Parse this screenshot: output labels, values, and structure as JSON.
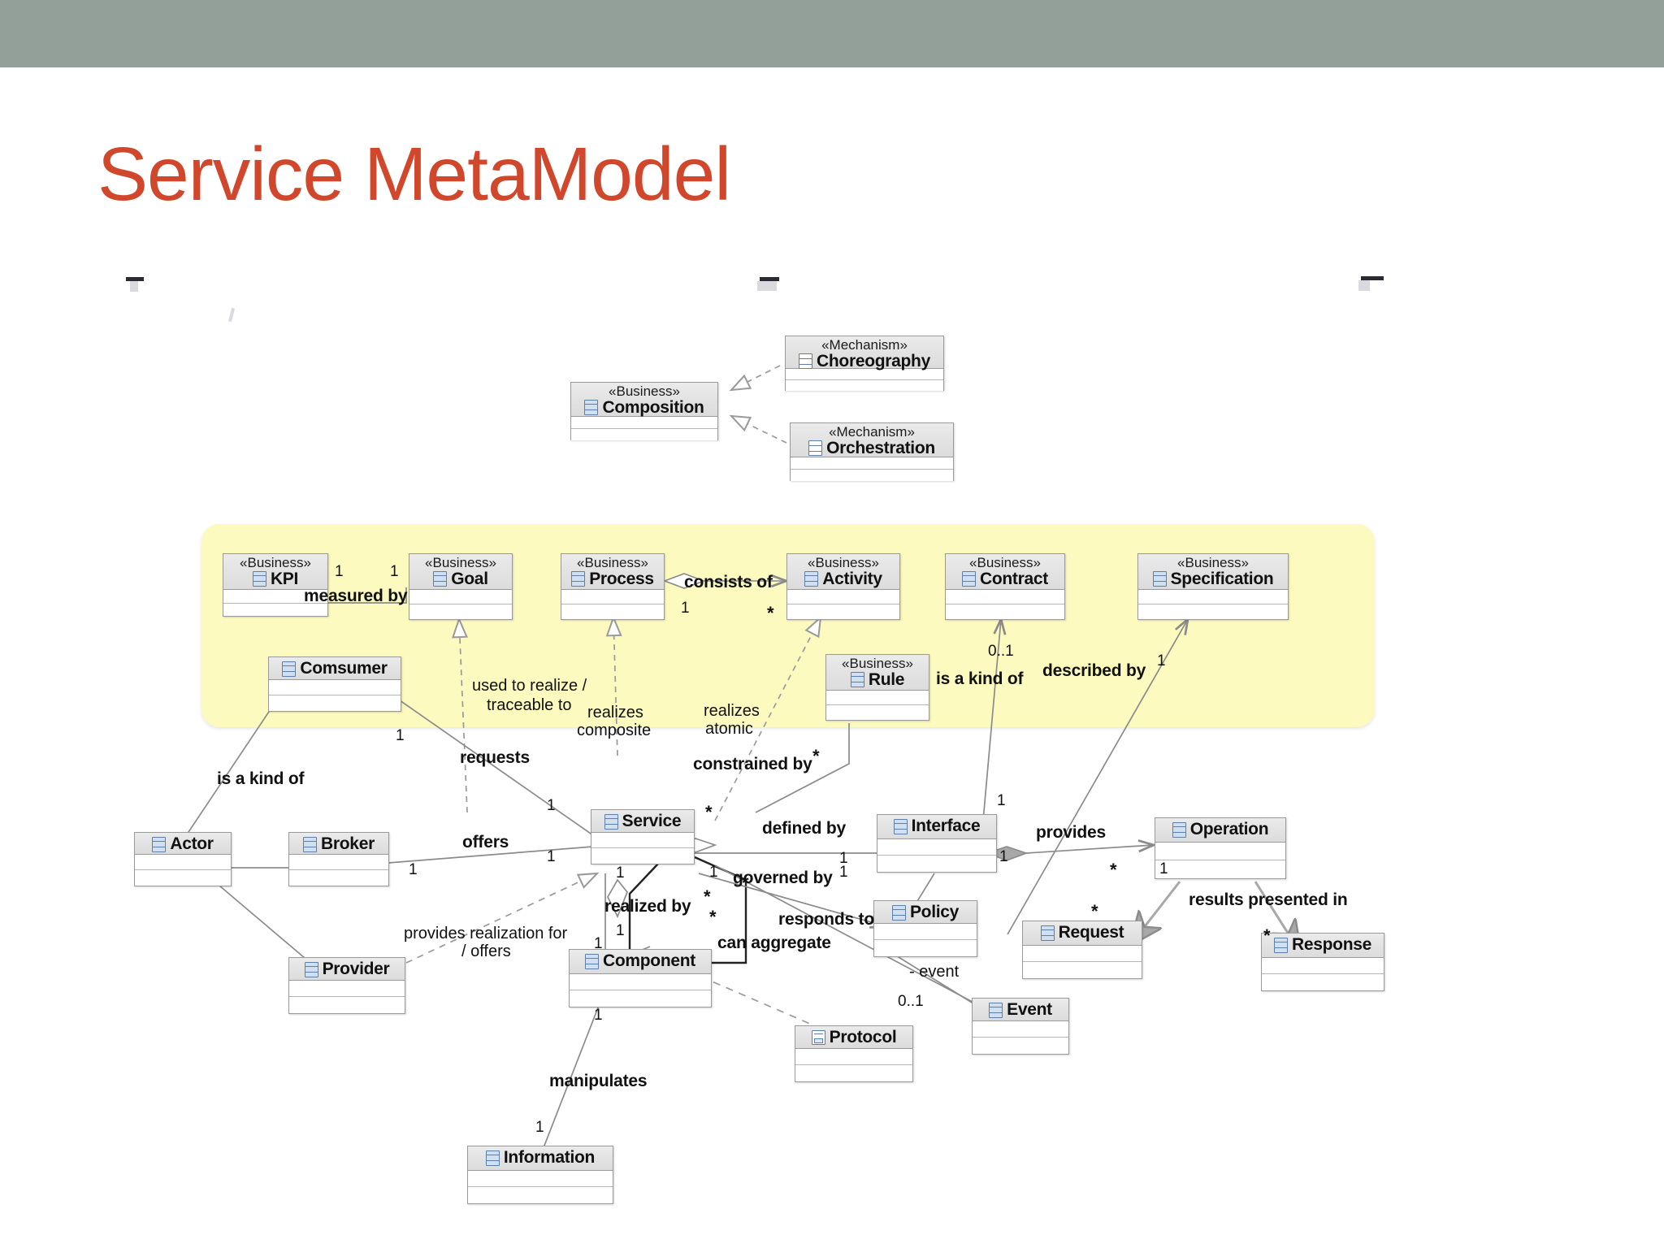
{
  "slide": {
    "title": "Service MetaModel",
    "title_color": "#d1472c",
    "top_band_color": "#93a09a",
    "highlight_band_color": "#fcfabf"
  },
  "diagram": {
    "kind": "uml-class-diagram",
    "classes": [
      {
        "id": "choreography",
        "stereotype": "«Mechanism»",
        "name": "Choreography",
        "icon": "mechanism-icon"
      },
      {
        "id": "composition",
        "stereotype": "«Business»",
        "name": "Composition",
        "icon": "class-icon"
      },
      {
        "id": "orchestration",
        "stereotype": "«Mechanism»",
        "name": "Orchestration",
        "icon": "mechanism-icon"
      },
      {
        "id": "kpi",
        "stereotype": "«Business»",
        "name": "KPI",
        "icon": "class-icon"
      },
      {
        "id": "goal",
        "stereotype": "«Business»",
        "name": "Goal",
        "icon": "class-icon"
      },
      {
        "id": "process",
        "stereotype": "«Business»",
        "name": "Process",
        "icon": "class-icon"
      },
      {
        "id": "activity",
        "stereotype": "«Business»",
        "name": "Activity",
        "icon": "class-icon"
      },
      {
        "id": "contract",
        "stereotype": "«Business»",
        "name": "Contract",
        "icon": "class-icon"
      },
      {
        "id": "specification",
        "stereotype": "«Business»",
        "name": "Specification",
        "icon": "class-icon"
      },
      {
        "id": "comsumer",
        "stereotype": "",
        "name": "Comsumer",
        "icon": "class-icon"
      },
      {
        "id": "rule",
        "stereotype": "«Business»",
        "name": "Rule",
        "icon": "class-icon"
      },
      {
        "id": "actor",
        "stereotype": "",
        "name": "Actor",
        "icon": "class-icon"
      },
      {
        "id": "broker",
        "stereotype": "",
        "name": "Broker",
        "icon": "class-icon"
      },
      {
        "id": "service",
        "stereotype": "",
        "name": "Service",
        "icon": "class-icon"
      },
      {
        "id": "interface",
        "stereotype": "",
        "name": "Interface",
        "icon": "class-icon"
      },
      {
        "id": "operation",
        "stereotype": "",
        "name": "Operation",
        "icon": "class-icon"
      },
      {
        "id": "policy",
        "stereotype": "",
        "name": "Policy",
        "icon": "class-icon"
      },
      {
        "id": "request",
        "stereotype": "",
        "name": "Request",
        "icon": "class-icon"
      },
      {
        "id": "response",
        "stereotype": "",
        "name": "Response",
        "icon": "class-icon"
      },
      {
        "id": "provider",
        "stereotype": "",
        "name": "Provider",
        "icon": "class-icon"
      },
      {
        "id": "component",
        "stereotype": "",
        "name": "Component",
        "icon": "class-icon"
      },
      {
        "id": "protocol",
        "stereotype": "",
        "name": "Protocol",
        "icon": "protocol-icon"
      },
      {
        "id": "event",
        "stereotype": "",
        "name": "Event",
        "icon": "class-icon"
      },
      {
        "id": "information",
        "stereotype": "",
        "name": "Information",
        "icon": "class-icon"
      }
    ],
    "relationship_labels": [
      {
        "id": "measured-by",
        "text": "measured by"
      },
      {
        "id": "consists-of",
        "text": "consists of"
      },
      {
        "id": "used-to-realize",
        "text": "used to realize /"
      },
      {
        "id": "traceable-to",
        "text": "traceable to"
      },
      {
        "id": "realizes-composite-1",
        "text": "realizes"
      },
      {
        "id": "realizes-composite-2",
        "text": "composite"
      },
      {
        "id": "realizes-atomic-1",
        "text": "realizes"
      },
      {
        "id": "realizes-atomic-2",
        "text": "atomic"
      },
      {
        "id": "is-a-kind-of-rule",
        "text": "is a kind of"
      },
      {
        "id": "described-by",
        "text": "described by"
      },
      {
        "id": "is-a-kind-of-actor",
        "text": "is a kind of"
      },
      {
        "id": "requests",
        "text": "requests"
      },
      {
        "id": "constrained-by",
        "text": "constrained by"
      },
      {
        "id": "offers",
        "text": "offers"
      },
      {
        "id": "defined-by",
        "text": "defined by"
      },
      {
        "id": "provides",
        "text": "provides"
      },
      {
        "id": "governed-by",
        "text": "governed by"
      },
      {
        "id": "realized-by",
        "text": "realized by"
      },
      {
        "id": "responds-to",
        "text": "responds to"
      },
      {
        "id": "can-aggregate",
        "text": "can aggregate"
      },
      {
        "id": "results-presented-in",
        "text": "results presented in"
      },
      {
        "id": "provides-realization-1",
        "text": "provides realization for"
      },
      {
        "id": "provides-realization-2",
        "text": "/ offers"
      },
      {
        "id": "event-role",
        "text": "- event"
      },
      {
        "id": "manipulates",
        "text": "manipulates"
      }
    ],
    "multiplicities": [
      {
        "id": "kpi-1",
        "text": "1"
      },
      {
        "id": "goal-1",
        "text": "1"
      },
      {
        "id": "process-1",
        "text": "1"
      },
      {
        "id": "activity-star",
        "text": "*"
      },
      {
        "id": "rule-01",
        "text": "0..1"
      },
      {
        "id": "spec-1",
        "text": "1"
      },
      {
        "id": "consumer-1",
        "text": "1"
      },
      {
        "id": "rule-star",
        "text": "*"
      },
      {
        "id": "service-top-1",
        "text": "1"
      },
      {
        "id": "service-star",
        "text": "*"
      },
      {
        "id": "broker-1",
        "text": "1"
      },
      {
        "id": "service-left-1",
        "text": "1"
      },
      {
        "id": "service-left2-1",
        "text": "1"
      },
      {
        "id": "service-b-1",
        "text": "1"
      },
      {
        "id": "service-b2-1",
        "text": "1"
      },
      {
        "id": "service-s1",
        "text": "*"
      },
      {
        "id": "service-s2",
        "text": "*"
      },
      {
        "id": "service-s3",
        "text": "*"
      },
      {
        "id": "iface-1a",
        "text": "1"
      },
      {
        "id": "iface-1b",
        "text": "1"
      },
      {
        "id": "iface-top-1",
        "text": "1"
      },
      {
        "id": "iface-bot-1",
        "text": "1"
      },
      {
        "id": "op-star",
        "text": "*"
      },
      {
        "id": "op-1",
        "text": "1"
      },
      {
        "id": "req-star",
        "text": "*"
      },
      {
        "id": "resp-star",
        "text": "*"
      },
      {
        "id": "comp-1",
        "text": "1"
      },
      {
        "id": "comp-bot-1",
        "text": "1"
      },
      {
        "id": "info-1",
        "text": "1"
      },
      {
        "id": "event-01",
        "text": "0..1"
      },
      {
        "id": "aggr-1",
        "text": "1"
      }
    ]
  }
}
